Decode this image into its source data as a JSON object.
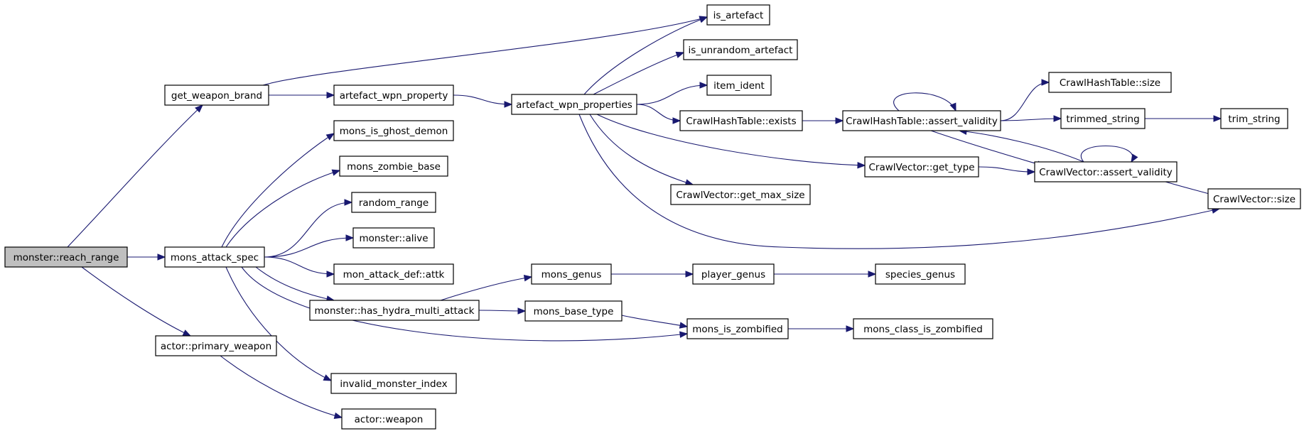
{
  "graph": {
    "title": "",
    "edge_color": "#191970",
    "root_fill": "#bfbfbf",
    "node_fill": "#ffffff",
    "nodes": [
      {
        "id": "reach_range",
        "label": "monster::reach_range",
        "root": true
      },
      {
        "id": "get_weapon_brand",
        "label": "get_weapon_brand"
      },
      {
        "id": "mons_attack_spec",
        "label": "mons_attack_spec"
      },
      {
        "id": "primary_weapon",
        "label": "actor::primary_weapon"
      },
      {
        "id": "is_artefact",
        "label": "is_artefact"
      },
      {
        "id": "artefact_wpn_property",
        "label": "artefact_wpn_property"
      },
      {
        "id": "is_unrandom_artefact",
        "label": "is_unrandom_artefact"
      },
      {
        "id": "item_ident",
        "label": "item_ident"
      },
      {
        "id": "artefact_wpn_properties",
        "label": "artefact_wpn_properties"
      },
      {
        "id": "hash_exists",
        "label": "CrawlHashTable::exists"
      },
      {
        "id": "hash_assert",
        "label": "CrawlHashTable::assert_validity"
      },
      {
        "id": "hash_size",
        "label": "CrawlHashTable::size"
      },
      {
        "id": "trimmed_string",
        "label": "trimmed_string"
      },
      {
        "id": "trim_string",
        "label": "trim_string"
      },
      {
        "id": "vec_get_type",
        "label": "CrawlVector::get_type"
      },
      {
        "id": "vec_assert",
        "label": "CrawlVector::assert_validity"
      },
      {
        "id": "vec_get_max_size",
        "label": "CrawlVector::get_max_size"
      },
      {
        "id": "vec_size",
        "label": "CrawlVector::size"
      },
      {
        "id": "mons_is_ghost_demon",
        "label": "mons_is_ghost_demon"
      },
      {
        "id": "mons_zombie_base",
        "label": "mons_zombie_base"
      },
      {
        "id": "random_range",
        "label": "random_range"
      },
      {
        "id": "monster_alive",
        "label": "monster::alive"
      },
      {
        "id": "mon_attack_def_attk",
        "label": "mon_attack_def::attk"
      },
      {
        "id": "has_hydra",
        "label": "monster::has_hydra_multi_attack"
      },
      {
        "id": "mons_genus",
        "label": "mons_genus"
      },
      {
        "id": "player_genus",
        "label": "player_genus"
      },
      {
        "id": "species_genus",
        "label": "species_genus"
      },
      {
        "id": "mons_base_type",
        "label": "mons_base_type"
      },
      {
        "id": "mons_is_zombified",
        "label": "mons_is_zombified"
      },
      {
        "id": "mons_class_is_zombified",
        "label": "mons_class_is_zombified"
      },
      {
        "id": "invalid_monster_index",
        "label": "invalid_monster_index"
      },
      {
        "id": "actor_weapon",
        "label": "actor::weapon"
      }
    ],
    "edges": [
      [
        "reach_range",
        "get_weapon_brand"
      ],
      [
        "reach_range",
        "mons_attack_spec"
      ],
      [
        "reach_range",
        "primary_weapon"
      ],
      [
        "get_weapon_brand",
        "is_artefact"
      ],
      [
        "get_weapon_brand",
        "artefact_wpn_property"
      ],
      [
        "artefact_wpn_property",
        "artefact_wpn_properties"
      ],
      [
        "artefact_wpn_properties",
        "is_artefact"
      ],
      [
        "artefact_wpn_properties",
        "is_unrandom_artefact"
      ],
      [
        "artefact_wpn_properties",
        "item_ident"
      ],
      [
        "artefact_wpn_properties",
        "hash_exists"
      ],
      [
        "artefact_wpn_properties",
        "vec_get_type"
      ],
      [
        "artefact_wpn_properties",
        "vec_get_max_size"
      ],
      [
        "artefact_wpn_properties",
        "vec_size"
      ],
      [
        "hash_exists",
        "hash_assert"
      ],
      [
        "hash_assert",
        "hash_assert"
      ],
      [
        "hash_assert",
        "hash_size"
      ],
      [
        "hash_assert",
        "trimmed_string"
      ],
      [
        "hash_assert",
        "vec_assert"
      ],
      [
        "trimmed_string",
        "trim_string"
      ],
      [
        "vec_get_type",
        "vec_assert"
      ],
      [
        "vec_assert",
        "vec_assert"
      ],
      [
        "vec_assert",
        "hash_assert"
      ],
      [
        "vec_assert",
        "vec_size"
      ],
      [
        "mons_attack_spec",
        "mons_is_ghost_demon"
      ],
      [
        "mons_attack_spec",
        "mons_zombie_base"
      ],
      [
        "mons_attack_spec",
        "random_range"
      ],
      [
        "mons_attack_spec",
        "monster_alive"
      ],
      [
        "mons_attack_spec",
        "mon_attack_def_attk"
      ],
      [
        "mons_attack_spec",
        "has_hydra"
      ],
      [
        "mons_attack_spec",
        "mons_is_zombified"
      ],
      [
        "mons_attack_spec",
        "invalid_monster_index"
      ],
      [
        "has_hydra",
        "mons_genus"
      ],
      [
        "has_hydra",
        "mons_base_type"
      ],
      [
        "mons_genus",
        "player_genus"
      ],
      [
        "player_genus",
        "species_genus"
      ],
      [
        "mons_base_type",
        "mons_is_zombified"
      ],
      [
        "mons_is_zombified",
        "mons_class_is_zombified"
      ],
      [
        "primary_weapon",
        "actor_weapon"
      ]
    ]
  }
}
